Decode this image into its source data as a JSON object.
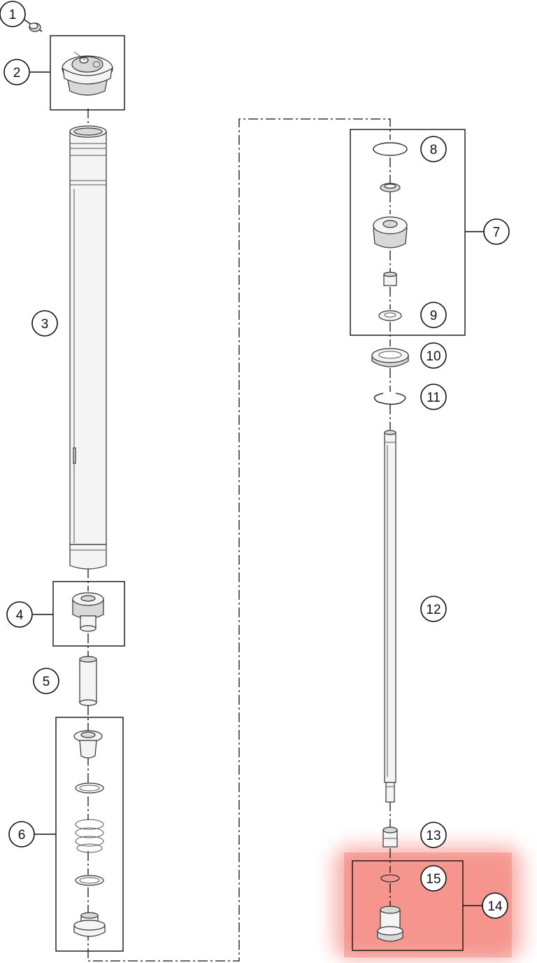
{
  "callouts": [
    {
      "id": "c1",
      "label": "1"
    },
    {
      "id": "c2",
      "label": "2"
    },
    {
      "id": "c3",
      "label": "3"
    },
    {
      "id": "c4",
      "label": "4"
    },
    {
      "id": "c5",
      "label": "5"
    },
    {
      "id": "c6",
      "label": "6"
    },
    {
      "id": "c7",
      "label": "7"
    },
    {
      "id": "c8",
      "label": "8"
    },
    {
      "id": "c9",
      "label": "9"
    },
    {
      "id": "c10",
      "label": "10"
    },
    {
      "id": "c11",
      "label": "11"
    },
    {
      "id": "c12",
      "label": "12"
    },
    {
      "id": "c13",
      "label": "13"
    },
    {
      "id": "c14",
      "label": "14"
    },
    {
      "id": "c15",
      "label": "15"
    }
  ],
  "highlight": {
    "color": "#f26b5e",
    "part": "14"
  }
}
